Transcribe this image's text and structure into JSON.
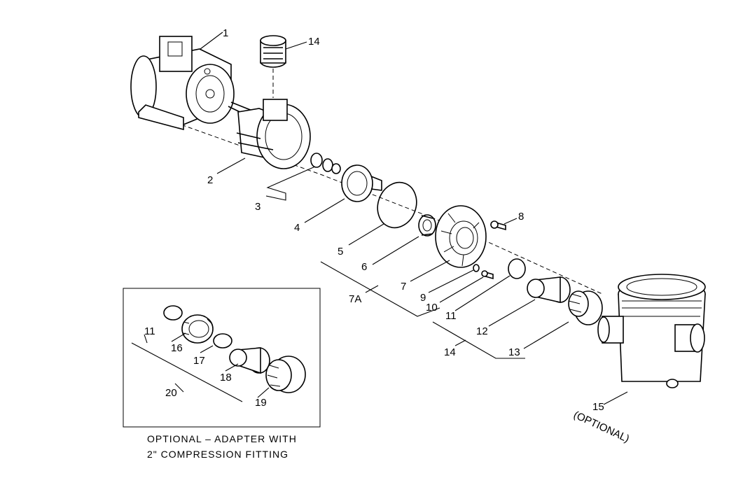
{
  "callouts": {
    "c1": "1",
    "c2": "2",
    "c3": "3",
    "c4": "4",
    "c5": "5",
    "c6": "6",
    "c7": "7",
    "c7a": "7A",
    "c8": "8",
    "c9": "9",
    "c10": "10",
    "c11": "11",
    "c12": "12",
    "c13": "13",
    "c14a": "14",
    "c14b": "14",
    "c15": "15",
    "c11b": "11",
    "c16": "16",
    "c17": "17",
    "c18": "18",
    "c19": "19",
    "c20": "20"
  },
  "optional_note": "(OPTIONAL)",
  "inset_caption": {
    "line1": "OPTIONAL  –  ADAPTER WITH",
    "line2": "2\"  COMPRESSION FITTING"
  }
}
